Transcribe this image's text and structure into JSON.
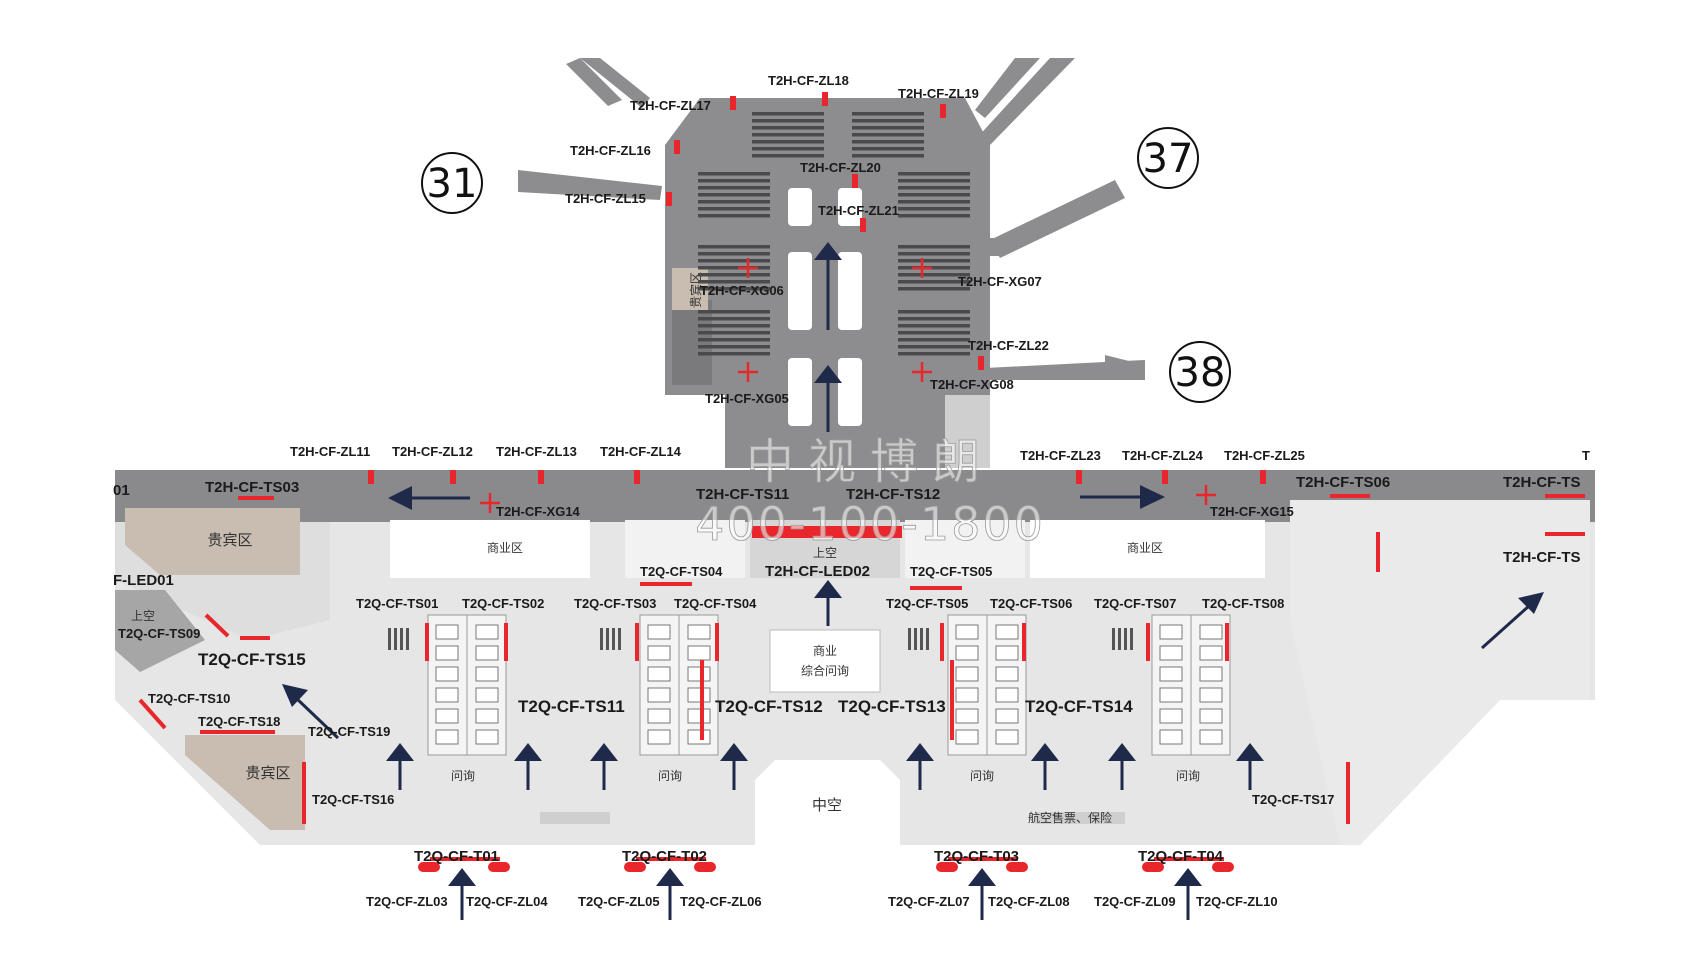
{
  "gates": [
    "31",
    "37",
    "38"
  ],
  "ad_labels": {
    "zl17": "T2H-CF-ZL17",
    "zl18": "T2H-CF-ZL18",
    "zl19": "T2H-CF-ZL19",
    "zl16": "T2H-CF-ZL16",
    "zl15": "T2H-CF-ZL15",
    "zl20": "T2H-CF-ZL20",
    "zl21": "T2H-CF-ZL21",
    "xg06": "T2H-CF-XG06",
    "xg07": "T2H-CF-XG07",
    "zl22": "T2H-CF-ZL22",
    "xg05": "T2H-CF-XG05",
    "xg08": "T2H-CF-XG08",
    "zl11": "T2H-CF-ZL11",
    "zl12": "T2H-CF-ZL12",
    "zl13": "T2H-CF-ZL13",
    "zl14": "T2H-CF-ZL14",
    "zl23": "T2H-CF-ZL23",
    "zl24": "T2H-CF-ZL24",
    "zl25": "T2H-CF-ZL25",
    "ts03": "T2H-CF-TS03",
    "ts11": "T2H-CF-TS11",
    "ts12": "T2H-CF-TS12",
    "ts06": "T2H-CF-TS06",
    "ts_right_top": "T2H-CF-TS",
    "ts_right_mid": "T2H-CF-TS",
    "xg14": "T2H-CF-XG14",
    "xg15": "T2H-CF-XG15",
    "led02": "T2H-CF-LED02",
    "led01_partial": "F-LED01",
    "partial_01": "01",
    "partial_t": "T",
    "q_ts04_top": "T2Q-CF-TS04",
    "q_ts05_top": "T2Q-CF-TS05",
    "q_ts01": "T2Q-CF-TS01",
    "q_ts02": "T2Q-CF-TS02",
    "q_ts03": "T2Q-CF-TS03",
    "q_ts04": "T2Q-CF-TS04",
    "q_ts05": "T2Q-CF-TS05",
    "q_ts06": "T2Q-CF-TS06",
    "q_ts07": "T2Q-CF-TS07",
    "q_ts08": "T2Q-CF-TS08",
    "q_ts09": "T2Q-CF-TS09",
    "q_ts15": "T2Q-CF-TS15",
    "q_ts10": "T2Q-CF-TS10",
    "q_ts18": "T2Q-CF-TS18",
    "q_ts19": "T2Q-CF-TS19",
    "q_ts16": "T2Q-CF-TS16",
    "q_ts17": "T2Q-CF-TS17",
    "q_ts11": "T2Q-CF-TS11",
    "q_ts12": "T2Q-CF-TS12",
    "q_ts13": "T2Q-CF-TS13",
    "q_ts14": "T2Q-CF-TS14",
    "q_t01": "T2Q-CF-T01",
    "q_t02": "T2Q-CF-T02",
    "q_t03": "T2Q-CF-T03",
    "q_t04": "T2Q-CF-T04",
    "q_zl03": "T2Q-CF-ZL03",
    "q_zl04": "T2Q-CF-ZL04",
    "q_zl05": "T2Q-CF-ZL05",
    "q_zl06": "T2Q-CF-ZL06",
    "q_zl07": "T2Q-CF-ZL07",
    "q_zl08": "T2Q-CF-ZL08",
    "q_zl09": "T2Q-CF-ZL09",
    "q_zl10": "T2Q-CF-ZL10"
  },
  "zones": {
    "vip_left_upper": "贵宾区",
    "vip_left_lower": "贵宾区",
    "vip_pier": "贵宾区",
    "commercial_left": "商业区",
    "commercial_right": "商业区",
    "void_upper": "上空",
    "void_left": "上空",
    "commercial_info_1": "商业",
    "commercial_info_2": "综合问询",
    "atrium": "中空",
    "inquiry_1": "问询",
    "inquiry_2": "问询",
    "inquiry_3": "问询",
    "inquiry_4": "问询",
    "airline_tickets": "航空售票、保险"
  },
  "watermark": {
    "name": "中视博朗",
    "phone": "400-100-1800"
  },
  "colors": {
    "pier": "#8d8d8f",
    "corridor": "#8a8a8c",
    "hall_floor": "#e6e6e6",
    "vip": "#c9bcb0",
    "ad_red": "#e8262b",
    "arrow": "#1f2a4a"
  }
}
